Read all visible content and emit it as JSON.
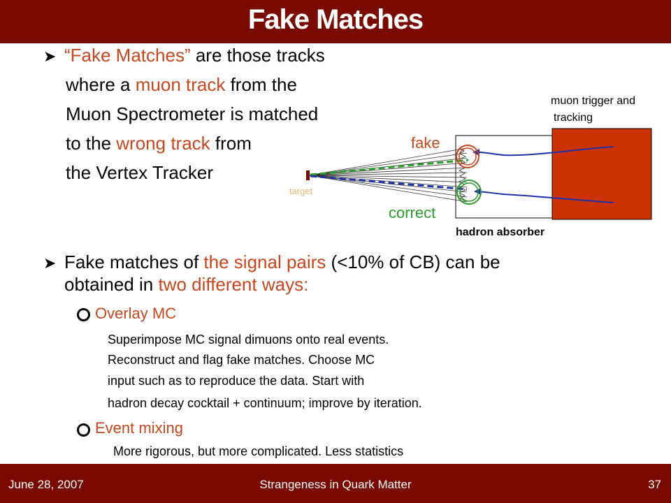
{
  "slide": {
    "title": "Fake Matches",
    "bullet1": {
      "line1_q": "“Fake Matches”",
      "line1_rest": " are those tracks",
      "line2_a": "where a ",
      "line2_red": "muon track",
      "line2_b": " from the",
      "line3": "Muon Spectrometer is matched",
      "line4_a": "to the ",
      "line4_red": "wrong track",
      "line4_b": " from",
      "line5": "the Vertex Tracker"
    },
    "bullet2": {
      "line1_a": "Fake matches of ",
      "line1_red": "the signal pairs",
      "line1_b": " (<10% of CB) can be",
      "line2_a": "obtained in ",
      "line2_red": "two different ways:"
    },
    "sub1": {
      "heading": "Overlay MC",
      "lines": [
        "Superimpose MC signal dimuons onto real events.",
        "Reconstruct and flag fake matches. Choose MC",
        "input such as to reproduce the data. Start with",
        "hadron decay cocktail + continuum; improve by iteration."
      ]
    },
    "sub2": {
      "heading": "Event mixing",
      "lines": [
        "More rigorous, but more complicated. Less statistics"
      ]
    }
  },
  "diagram": {
    "label_muon_trigger_1": "muon trigger and",
    "label_muon_trigger_2": "tracking",
    "label_fake": "fake",
    "label_correct": "correct",
    "label_target": "target",
    "label_absorber": "hadron absorber",
    "colors": {
      "fake": "#c8461e",
      "correct": "#2a9d2a",
      "target": "#e8b870",
      "spectrometer": "#cc3300",
      "muon_track": "#1f2fa8"
    }
  },
  "footer": {
    "date": "June 28, 2007",
    "center": "Strangeness in Quark Matter",
    "page": "37"
  }
}
